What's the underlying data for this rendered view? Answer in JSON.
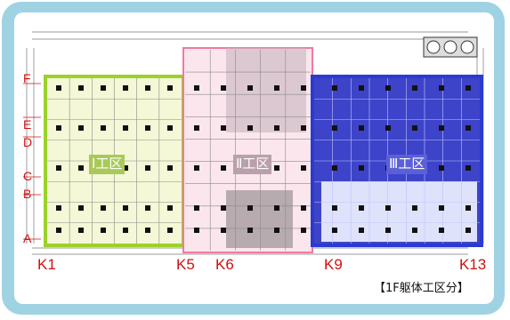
{
  "zones": [
    {
      "id": "I",
      "label": "Ⅰ工区",
      "color": "#9bd22a",
      "fill": "#f3f7c8"
    },
    {
      "id": "II",
      "label": "Ⅱ工区",
      "color": "#f07aa0",
      "fill": "#fbe4ec"
    },
    {
      "id": "III",
      "label": "Ⅲ工区",
      "color": "#2a3bd0",
      "fill": "#4a4fd6"
    }
  ],
  "axis_labels": [
    "K1",
    "K5",
    "K6",
    "K9",
    "K13"
  ],
  "row_labels": [
    "F",
    "E",
    "D",
    "C",
    "B",
    "A"
  ],
  "caption": "【1F躯体工区分】"
}
